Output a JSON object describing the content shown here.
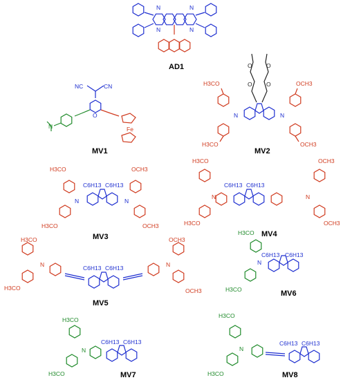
{
  "labels": {
    "ad1": "AD1",
    "mv1": "MV1",
    "mv2": "MV2",
    "mv3": "MV3",
    "mv4": "MV4",
    "mv5": "MV5",
    "mv6": "MV6",
    "mv7": "MV7",
    "mv8": "MV8"
  },
  "atoms": {
    "n": "N",
    "o": "O",
    "fe": "Fe",
    "cn": "CN",
    "nc": "NC",
    "h3co": "H3CO",
    "och3": "OCH3",
    "c6h13": "C6H13"
  },
  "colors": {
    "blue": "#1e2fd0",
    "red": "#d03a1e",
    "green": "#1f8a2a",
    "black": "#222222"
  }
}
